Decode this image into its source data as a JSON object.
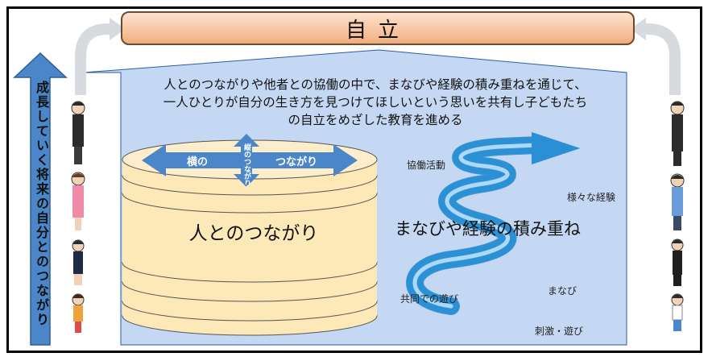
{
  "goal": {
    "label": "自立"
  },
  "growth_arrow": {
    "label": "成長していく将来の自分とのつながり"
  },
  "mission": {
    "lines": [
      "人とのつながりや他者との協働の中で、まなびや経験の積み重ねを通じて、",
      "一人ひとりが自分の生き方を見つけてほしいという思いを共有し子どもたち",
      "の自立をめざした教育を進める"
    ]
  },
  "connections": {
    "title": "人とのつながり",
    "horizontal_left": "横の",
    "horizontal_right": "つながり",
    "vertical": "縦のつながり"
  },
  "learning": {
    "title": "まなびや経験の積み重ね",
    "labels": [
      "協働活動",
      "様々な経験",
      "共同での遊び",
      "まなび",
      "刺激・遊び"
    ]
  },
  "colors": {
    "roof_fill": "#c5d8f3",
    "arrow_blue": "#4a86c8",
    "goal_fill": "#f4b990",
    "disc_fill": "#fde9b8",
    "spiral_blue": "#2a8fd4"
  }
}
